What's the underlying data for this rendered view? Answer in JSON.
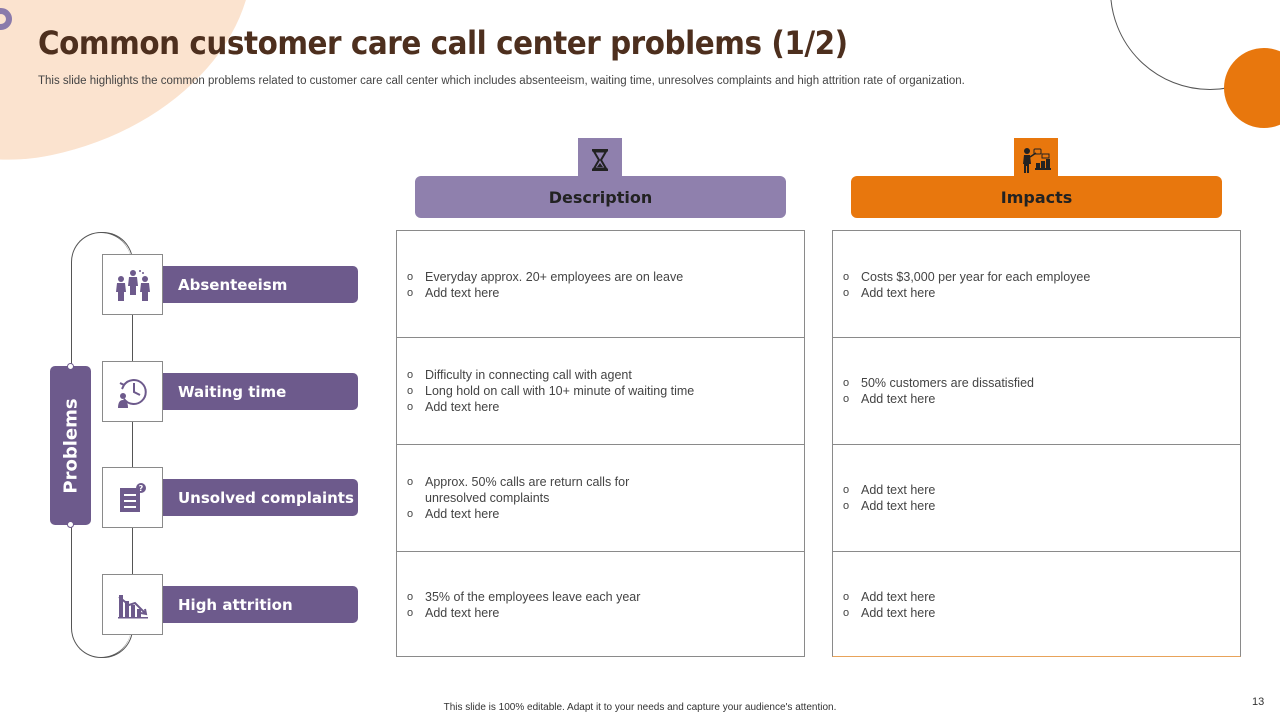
{
  "slide": {
    "title": "Common customer care call center problems (1/2)",
    "subtitle": "This slide highlights the common problems related to customer care call center which includes absenteeism, waiting time, unresolves complaints and high attrition rate of organization.",
    "footer": "This slide is 100% editable. Adapt it to your needs and capture your audience's attention.",
    "page_number": "13"
  },
  "columns": {
    "description": {
      "label": "Description",
      "icon": "hourglass-icon",
      "color": "#8f80ad"
    },
    "impacts": {
      "label": "Impacts",
      "icon": "presenter-icon",
      "color": "#e8770d"
    }
  },
  "problems_label": "Problems",
  "rows": [
    {
      "label": "Absenteeism",
      "icon": "people-icon",
      "description": [
        "Everyday approx. 20+ employees are on leave",
        "Add text here"
      ],
      "impacts": [
        "Costs $3,000 per year for each employee",
        "Add text here"
      ]
    },
    {
      "label": "Waiting time",
      "icon": "clock-person-icon",
      "description": [
        "Difficulty in connecting call with agent",
        "Long hold on call with 10+ minute of waiting time",
        "Add text here"
      ],
      "impacts": [
        "50% customers are dissatisfied",
        "Add text here"
      ]
    },
    {
      "label": "Unsolved complaints",
      "icon": "file-question-icon",
      "description": [
        "Approx. 50% calls are return calls for unresolved  complaints",
        "Add text here"
      ],
      "impacts": [
        "Add text here",
        "Add text here"
      ]
    },
    {
      "label": "High attrition",
      "icon": "declining-chart-icon",
      "description": [
        "35% of the employees leave each year",
        "Add text here"
      ],
      "impacts": [
        "Add text here",
        "Add text here"
      ]
    }
  ],
  "colors": {
    "accent_purple": "#6d5a8c",
    "accent_orange": "#e8770d",
    "title_brown": "#4d2f1e"
  }
}
